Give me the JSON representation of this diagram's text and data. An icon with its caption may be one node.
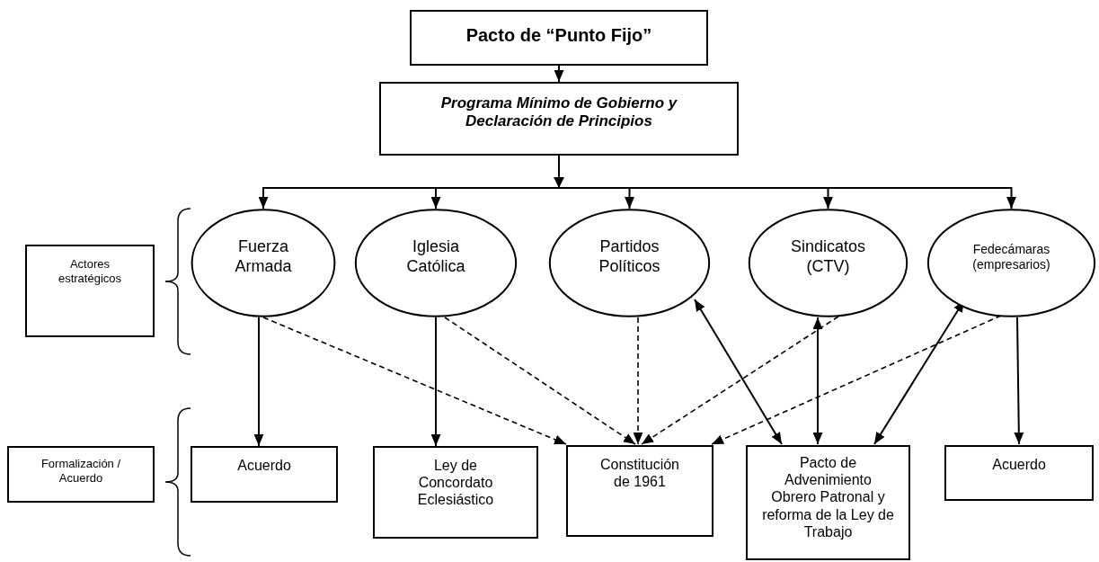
{
  "diagram": {
    "nodes": [
      {
        "text": [
          "Pacto de “Punto Fijo”"
        ]
      },
      {
        "text": [
          "Programa Mínimo de Gobierno y Declaración de Principios"
        ]
      },
      {
        "text": [
          "Actores estratégicos"
        ]
      },
      {
        "text": [
          "Fuerza Armada"
        ]
      },
      {
        "text": [
          "Iglesia Católica"
        ]
      },
      {
        "text": [
          "Partidos Políticos"
        ]
      },
      {
        "text": [
          "Sindicatos (CTV)"
        ]
      },
      {
        "text": [
          "Fedecámaras (empresarios)"
        ]
      },
      {
        "text": [
          "Formalización / Acuerdo"
        ]
      },
      {
        "text": [
          "Acuerdo"
        ]
      },
      {
        "text": [
          "Ley de Concordato Eclesiástico"
        ]
      },
      {
        "text": [
          "Constitución de 1961"
        ]
      },
      {
        "text": [
          "Pacto de Advenimiento Obrero Patronal y reforma de la Ley de Trabajo"
        ]
      },
      {
        "text": [
          "Acuerdo"
        ]
      }
    ],
    "edges": [
      {
        "from": 0,
        "to": 1,
        "arrow": "to"
      },
      {
        "from": 1,
        "to": 3,
        "arrow": "to"
      },
      {
        "from": 1,
        "to": 4,
        "arrow": "to"
      },
      {
        "from": 1,
        "to": 5,
        "arrow": "to"
      },
      {
        "from": 1,
        "to": 6,
        "arrow": "to"
      },
      {
        "from": 1,
        "to": 7,
        "arrow": "to"
      },
      {
        "from": 3,
        "to": 9,
        "arrow": "to"
      },
      {
        "from": 4,
        "to": 10,
        "arrow": "to"
      },
      {
        "from": 3,
        "to": 11,
        "arrow": "to",
        "style": "dashed"
      },
      {
        "from": 4,
        "to": 11,
        "arrow": "to",
        "style": "dashed"
      },
      {
        "from": 5,
        "to": 11,
        "arrow": "to",
        "style": "dashed"
      },
      {
        "from": 6,
        "to": 11,
        "arrow": "to",
        "style": "dashed"
      },
      {
        "from": 7,
        "to": 11,
        "arrow": "to",
        "style": "dashed"
      },
      {
        "from": 5,
        "to": 12,
        "arrow": "both"
      },
      {
        "from": 6,
        "to": 12,
        "arrow": "both"
      },
      {
        "from": 7,
        "to": 12,
        "arrow": "both"
      },
      {
        "from": 7,
        "to": 13,
        "arrow": "to"
      }
    ]
  }
}
